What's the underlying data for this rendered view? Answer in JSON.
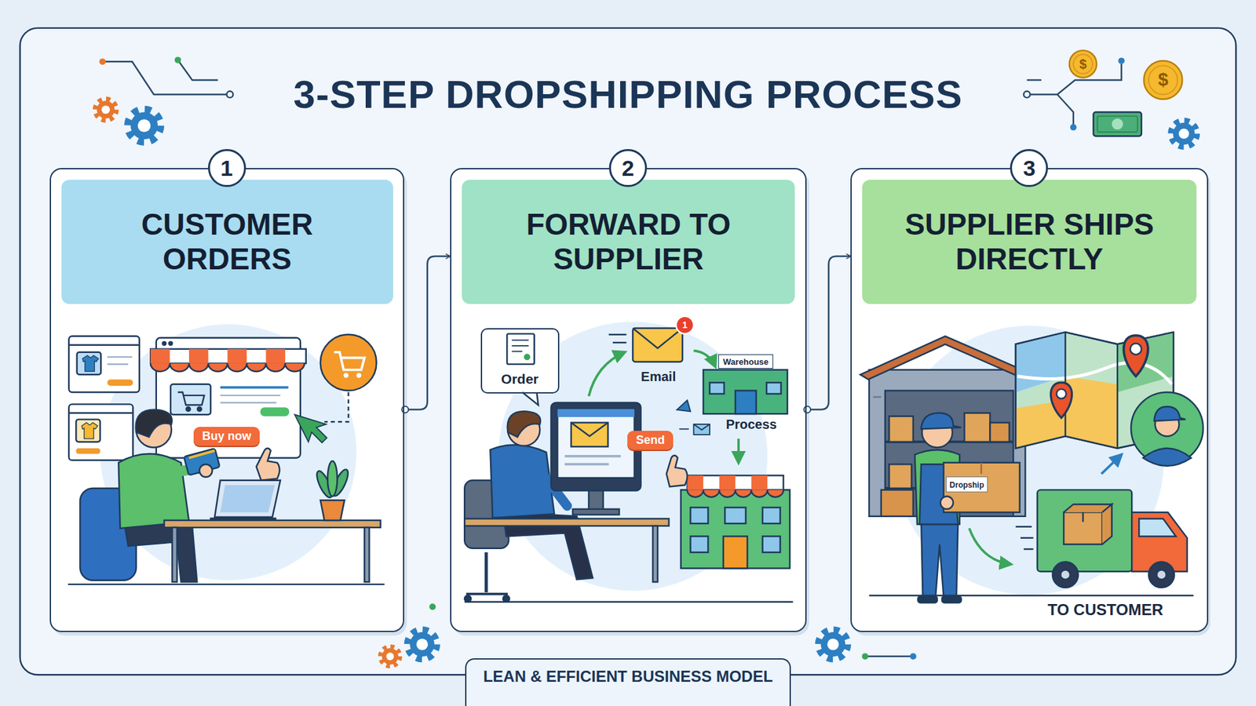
{
  "diagram": {
    "title": "3-STEP DROPSHIPPING PROCESS",
    "nodes": [
      {
        "text": [
          "CUSTOMER ORDERS"
        ]
      },
      {
        "text": [
          "1"
        ],
        "in": 0
      },
      {
        "text": [
          "Buy now"
        ],
        "in": 0
      },
      {
        "text": [
          "FORWARD TO SUPPLIER"
        ]
      },
      {
        "text": [
          "2"
        ],
        "in": 3
      },
      {
        "text": [
          "Order"
        ],
        "in": 3
      },
      {
        "text": [
          "Send"
        ],
        "in": 3
      },
      {
        "text": [
          "Warehouse"
        ],
        "in": 3
      },
      {
        "text": [
          "SUPPLIER SHIPS DIRECTLY"
        ]
      },
      {
        "text": [
          "3"
        ],
        "in": 8
      },
      {
        "text": [
          "Dropship"
        ],
        "in": 8
      },
      {
        "text": [
          "LEAN & EFFICIENT BUSINESS MODEL"
        ]
      }
    ],
    "edges": [
      {
        "from": 0,
        "to": 3,
        "arrow": "to"
      },
      {
        "from": 3,
        "to": 8,
        "arrow": "to"
      }
    ],
    "labels": [
      "Email",
      "Process",
      "TO CUSTOMER",
      "1",
      "$",
      "$"
    ]
  }
}
